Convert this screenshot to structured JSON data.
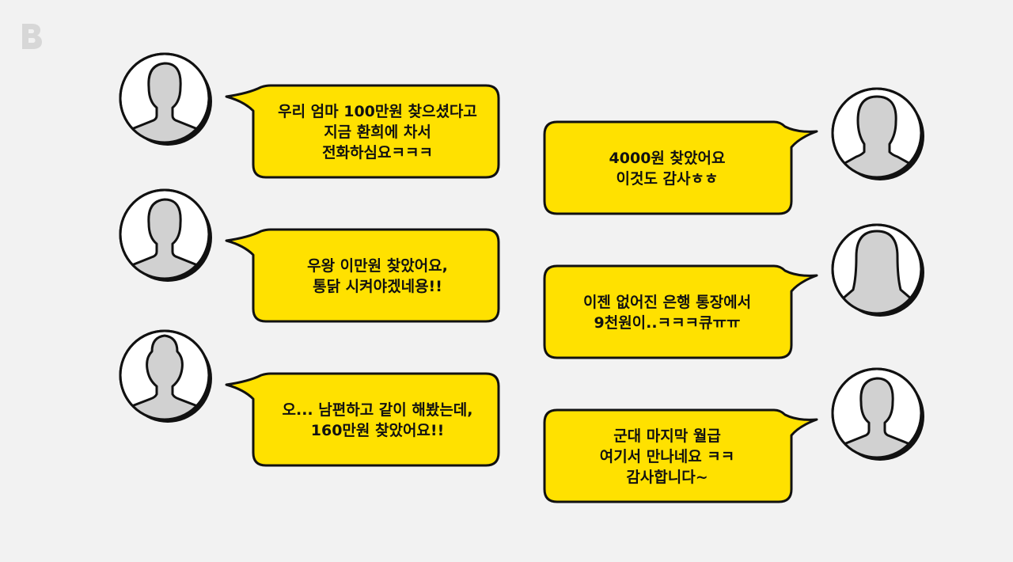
{
  "colors": {
    "background": "#f2f2f2",
    "bubble_fill": "#ffe100",
    "outline": "#111111",
    "avatar_fill": "#d1d1d1",
    "logo": "#d7d7d7"
  },
  "logo": {
    "icon": "brand-logo-b",
    "text": "B"
  },
  "messages": [
    {
      "side": "left",
      "avatar": "male-short-hair",
      "lines": [
        "우리 엄마 100만원 찾으셨다고",
        "지금 환희에 차서",
        "전화하심요ㅋㅋㅋ"
      ]
    },
    {
      "side": "left",
      "avatar": "male-short-hair",
      "lines": [
        "우왕 이만원 찾았어요,",
        "통닭 시켜야겠네용!!"
      ]
    },
    {
      "side": "left",
      "avatar": "female-bun-hair",
      "lines": [
        "오... 남편하고 같이 해봤는데,",
        "160만원 찾았어요!!"
      ]
    },
    {
      "side": "right",
      "avatar": "female-short-hair",
      "lines": [
        "4000원 찾았어요",
        "이것도 감사ㅎㅎ"
      ]
    },
    {
      "side": "right",
      "avatar": "female-long-hair",
      "lines": [
        "이젠 없어진 은행 통장에서",
        "9천원이..ㅋㅋㅋ큐ㅠㅠ"
      ]
    },
    {
      "side": "right",
      "avatar": "male-short-hair",
      "lines": [
        "군대 마지막 월급",
        "여기서 만나네요 ㅋㅋ",
        "감사합니다~"
      ]
    }
  ]
}
